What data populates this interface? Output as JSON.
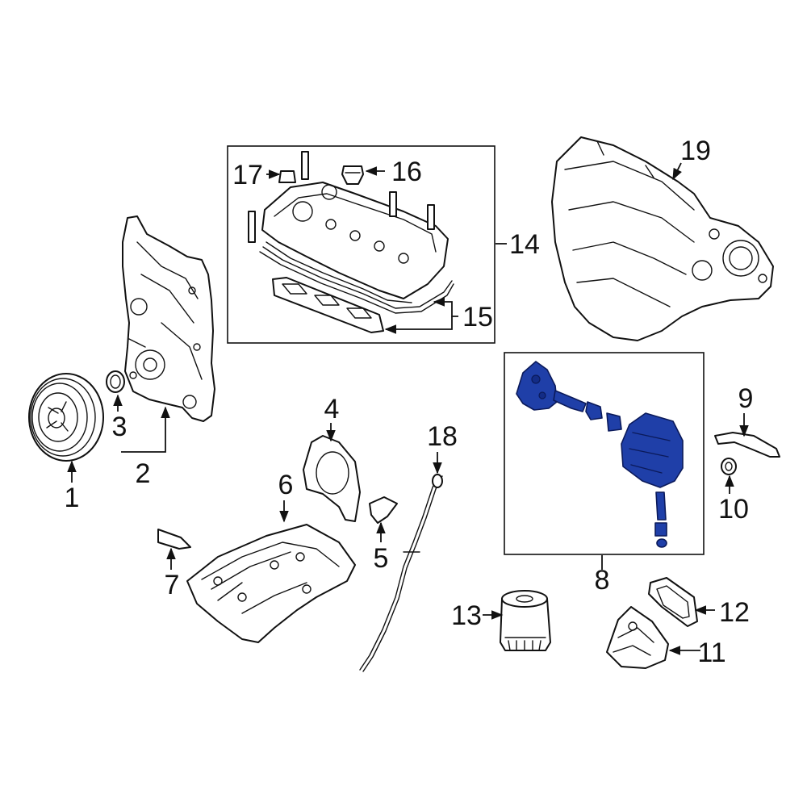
{
  "accent_color": "#1f3fa8",
  "callouts": {
    "c1": "1",
    "c2": "2",
    "c3": "3",
    "c4": "4",
    "c5": "5",
    "c6": "6",
    "c7": "7",
    "c8": "8",
    "c9": "9",
    "c10": "10",
    "c11": "11",
    "c12": "12",
    "c13": "13",
    "c14": "14",
    "c15": "15",
    "c16": "16",
    "c17": "17",
    "c18": "18",
    "c19": "19"
  },
  "highlighted_callout": "8"
}
